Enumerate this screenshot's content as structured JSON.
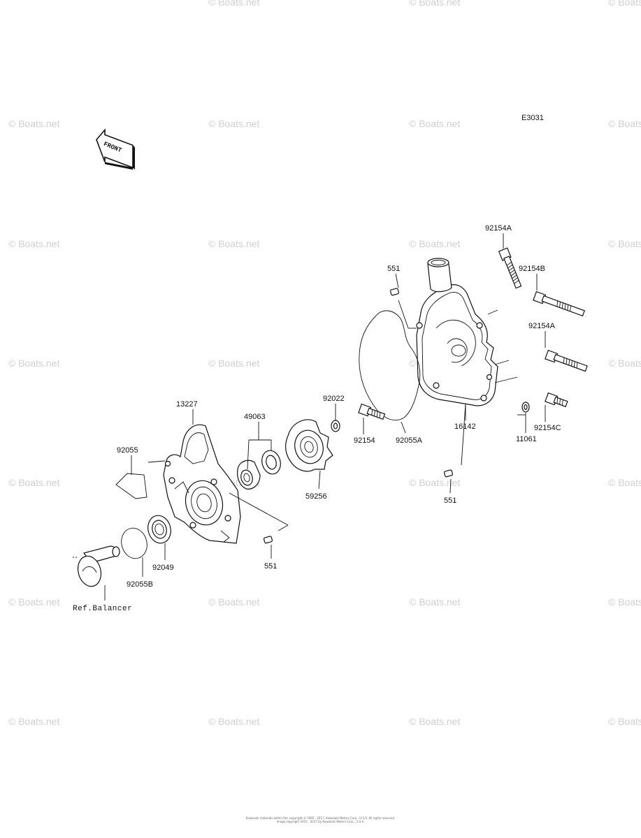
{
  "diagram_code": "E3031",
  "front_indicator": "FRONT",
  "ref_label": "Ref.Balancer",
  "watermark": "© Boats.net",
  "parts": {
    "p92154A_top": "92154A",
    "p551_top": "551",
    "p92154B": "92154B",
    "p92154A_mid": "92154A",
    "p92022": "92022",
    "p13227": "13227",
    "p49063": "49063",
    "p92154": "92154",
    "p92055A": "92055A",
    "p16142": "16142",
    "p11061": "11061",
    "p92154C": "92154C",
    "p92055": "92055",
    "p59256": "59256",
    "p551_right": "551",
    "p92049": "92049",
    "p92055B": "92055B",
    "p551_bottom": "551"
  },
  "footer": {
    "line1": "Kawasaki materials within this copyright © 1995 - 2017, Kawasaki Motors Corp., U.S.A. All rights reserved.",
    "line2": "Image copyright 2015 - 2017 by Kawasaki Motors Corp., U.S.A."
  }
}
